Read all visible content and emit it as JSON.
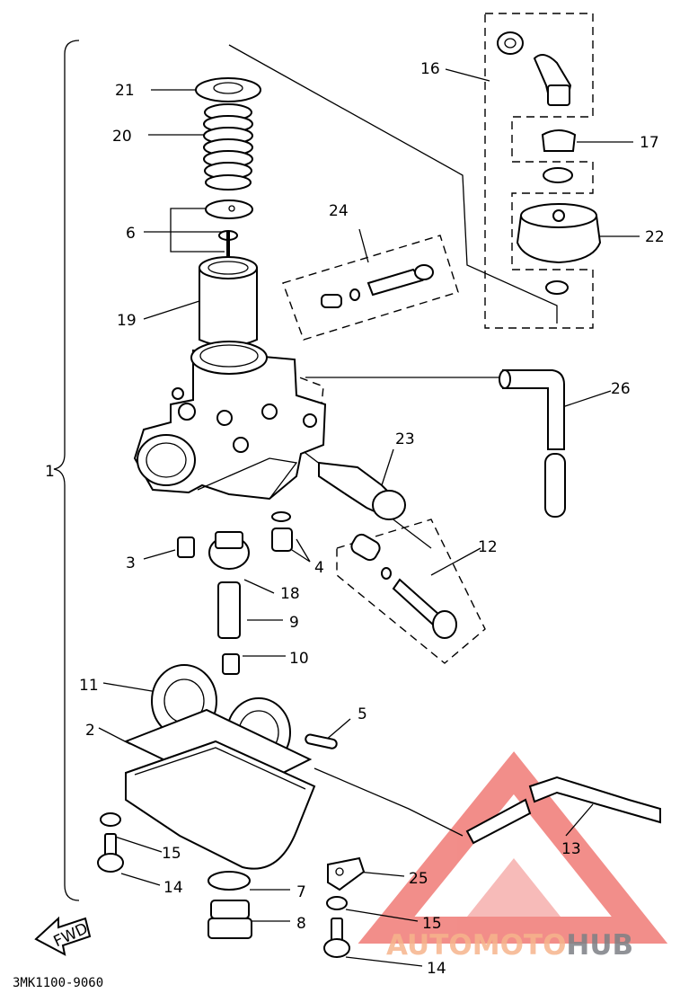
{
  "diagram": {
    "callouts": {
      "c1": "1",
      "c2": "2",
      "c3": "3",
      "c4": "4",
      "c5": "5",
      "c6": "6",
      "c7": "7",
      "c8": "8",
      "c9": "9",
      "c10": "10",
      "c11": "11",
      "c12": "12",
      "c13": "13",
      "c14a": "14",
      "c14b": "14",
      "c15a": "15",
      "c15b": "15",
      "c16": "16",
      "c17": "17",
      "c18": "18",
      "c19": "19",
      "c20": "20",
      "c21": "21",
      "c22": "22",
      "c23": "23",
      "c24": "24",
      "c25": "25",
      "c26": "26"
    },
    "direction_marker": "FWD",
    "drawing_code": "3MK1100-9060"
  },
  "watermark": {
    "part1": "AUTO",
    "part2": "MOTO",
    "part3": "HUB",
    "colors": {
      "triangle": "#e8312a",
      "accent": "#f6b48c",
      "gray": "#7d8085"
    }
  }
}
